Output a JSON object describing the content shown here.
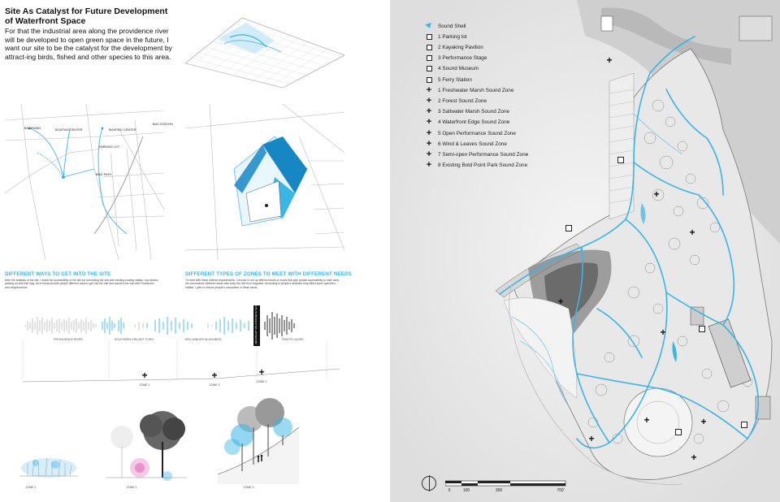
{
  "header": {
    "title": "Site As Catalyst for Future Development of Waterfront Space",
    "intro": "For that the industrial area along the providence river will be developed to open green space in the future, I want our site to be the catalyst for the development by attract-ing birds, fished and other species to this area."
  },
  "access_map": {
    "labels": [
      "BOARDING",
      "BOATING CENTER",
      "BOATING CENTER",
      "BUS STATION",
      "PARKING LOT",
      "BIKE PATH"
    ]
  },
  "sections": {
    "ways": {
      "heading": "DIFFERENT WAYS TO GET INTO THE SITE",
      "text": "After the analysis of the site, I make the accessibility of the site by connecting the site with existing boating station, bus station, parking lot and bike way. All of these provide people different ways to get into the site and connect the site with Providence and neighborhood."
    },
    "zones": {
      "heading": "DIFFERENT TYPES OF ZONES TO MEET WITH DIFFERENT NEEDS",
      "text": "To meet with these diverse requirements, I choose to set up different kinds of zones that give people accessibility to each area, the connections between areas also keep the site from fragment. According to people's activities may affect some species's habitat, I plan to reduce people's occupation in these areas."
    }
  },
  "soundscape": {
    "waves": [
      "PROVIDENCE RIVER",
      "SOUTHERN CRICKET FORG",
      "RED-WINGED BLACKBIRD",
      "TRAFFIC NOISE"
    ],
    "highlight": "BOUNDARY ON CONCRETE SLOPE",
    "zones": [
      "ZONE 1",
      "ZONE 3",
      "ZONE 2"
    ]
  },
  "illustrations": {
    "labels": [
      "ZONE 1",
      "ZONE 2",
      "ZONE 3"
    ]
  },
  "legend": {
    "items": [
      {
        "symbol": "shell",
        "label": "Sound Shell"
      },
      {
        "symbol": "square",
        "label": "1  Parking lot"
      },
      {
        "symbol": "square",
        "label": "2  Kayaking Pavilion"
      },
      {
        "symbol": "square",
        "label": "3  Performance Stage"
      },
      {
        "symbol": "square",
        "label": "4  Sound Museum"
      },
      {
        "symbol": "square",
        "label": "5  Ferry Station"
      },
      {
        "symbol": "plus",
        "label": "1  Freshwater Marsh Sound Zone"
      },
      {
        "symbol": "plus",
        "label": "2  Forest Sound Zone"
      },
      {
        "symbol": "plus",
        "label": "3  Saltwater Marsh Sound Zone"
      },
      {
        "symbol": "plus",
        "label": "4  Waterfront Edge Sound Zone"
      },
      {
        "symbol": "plus",
        "label": "5  Open Performance Sound Zone"
      },
      {
        "symbol": "plus",
        "label": "6  Wind & Leaves Sound Zone"
      },
      {
        "symbol": "plus",
        "label": "7  Semi-open Performance Sound Zone"
      },
      {
        "symbol": "plus",
        "label": "8  Existing Bold Point Park Sound Zone"
      }
    ]
  },
  "scale": {
    "ticks": [
      "0",
      "100",
      "300",
      "700'"
    ]
  },
  "colors": {
    "accent": "#39b5e6",
    "deep_blue": "#1787c4",
    "pink": "#e06ab9",
    "ink": "#222222"
  }
}
